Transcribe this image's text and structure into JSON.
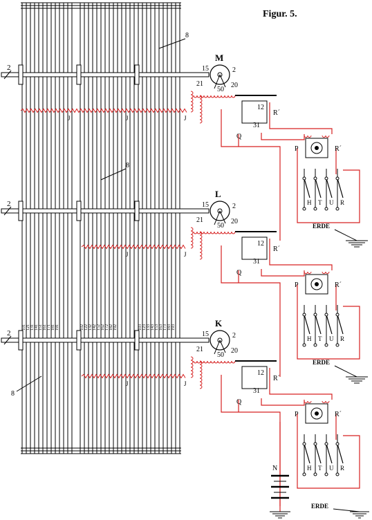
{
  "figure": {
    "title": "Figur. 5."
  },
  "colors": {
    "ink": "#000000",
    "circuit": "#d62020"
  },
  "selectors": [
    {
      "letter": "M",
      "labels": {
        "left_shaft": "2",
        "wheel_top": "15",
        "wheel_right": "2",
        "contact_a": "21",
        "contact_b": "50",
        "contact_c": "20",
        "relay_top": "12",
        "relay_bottom": "31",
        "relay_wire": "R´",
        "relay_q": "Q",
        "bar_j": "J"
      },
      "bank_label": "8",
      "gauge": {
        "left": "P",
        "right": "R´"
      },
      "switch_labels": [
        "H",
        "T",
        "U",
        "R"
      ],
      "earth": "ERDE"
    },
    {
      "letter": "L",
      "labels": {
        "left_shaft": "2",
        "wheel_top": "15",
        "wheel_right": "2",
        "contact_a": "21",
        "contact_b": "50",
        "contact_c": "20",
        "relay_top": "12",
        "relay_bottom": "31",
        "relay_wire": "R´",
        "relay_q": "Q",
        "bar_j": "J"
      },
      "bank_label": "8",
      "gauge": {
        "left": "P",
        "right": "R´"
      },
      "switch_labels": [
        "H",
        "T",
        "U",
        "R"
      ],
      "earth": "ERDE"
    },
    {
      "letter": "K",
      "labels": {
        "left_shaft": "2",
        "wheel_top": "15",
        "wheel_right": "2",
        "contact_a": "21",
        "contact_b": "50",
        "contact_c": "20",
        "relay_top": "12",
        "relay_bottom": "31",
        "relay_wire": "R´",
        "relay_q": "Q",
        "bar_j": "J"
      },
      "bank_label": "8",
      "gauge": {
        "left": "P",
        "right": "R´"
      },
      "switch_labels": [
        "H",
        "T",
        "U",
        "R"
      ],
      "earth": "ERDE"
    }
  ],
  "contact_groups": [
    [
      "101",
      "121",
      "131",
      "141",
      "151",
      "161",
      "171",
      "181",
      "191"
    ],
    [
      "102",
      "122",
      "132",
      "142",
      "152",
      "162",
      "172",
      "182",
      "192"
    ],
    [
      "103",
      "123",
      "133",
      "143",
      "153",
      "163",
      "173",
      "183",
      "193"
    ]
  ],
  "battery_label": "N",
  "bottom_earth": "ERDE"
}
